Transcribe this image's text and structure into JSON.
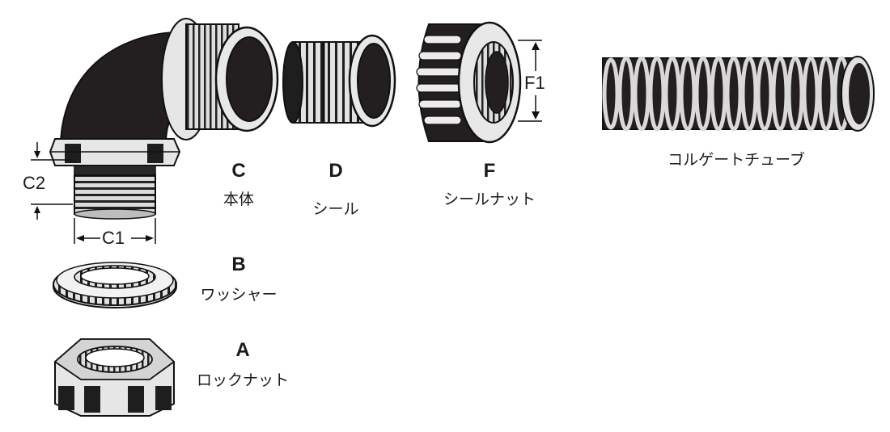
{
  "parts": {
    "C": {
      "letter": "C",
      "name": "本体"
    },
    "D": {
      "letter": "D",
      "name": "シール"
    },
    "F": {
      "letter": "F",
      "name": "シールナット"
    },
    "B": {
      "letter": "B",
      "name": "ワッシャー"
    },
    "A": {
      "letter": "A",
      "name": "ロックナット"
    },
    "tube": {
      "name": "コルゲートチューブ"
    }
  },
  "dimensions": {
    "c1": "C1",
    "c2": "C2",
    "f1": "F1"
  },
  "colors": {
    "part_fill": "#231f20",
    "light": "#e6e6e6",
    "outline": "#111111"
  }
}
